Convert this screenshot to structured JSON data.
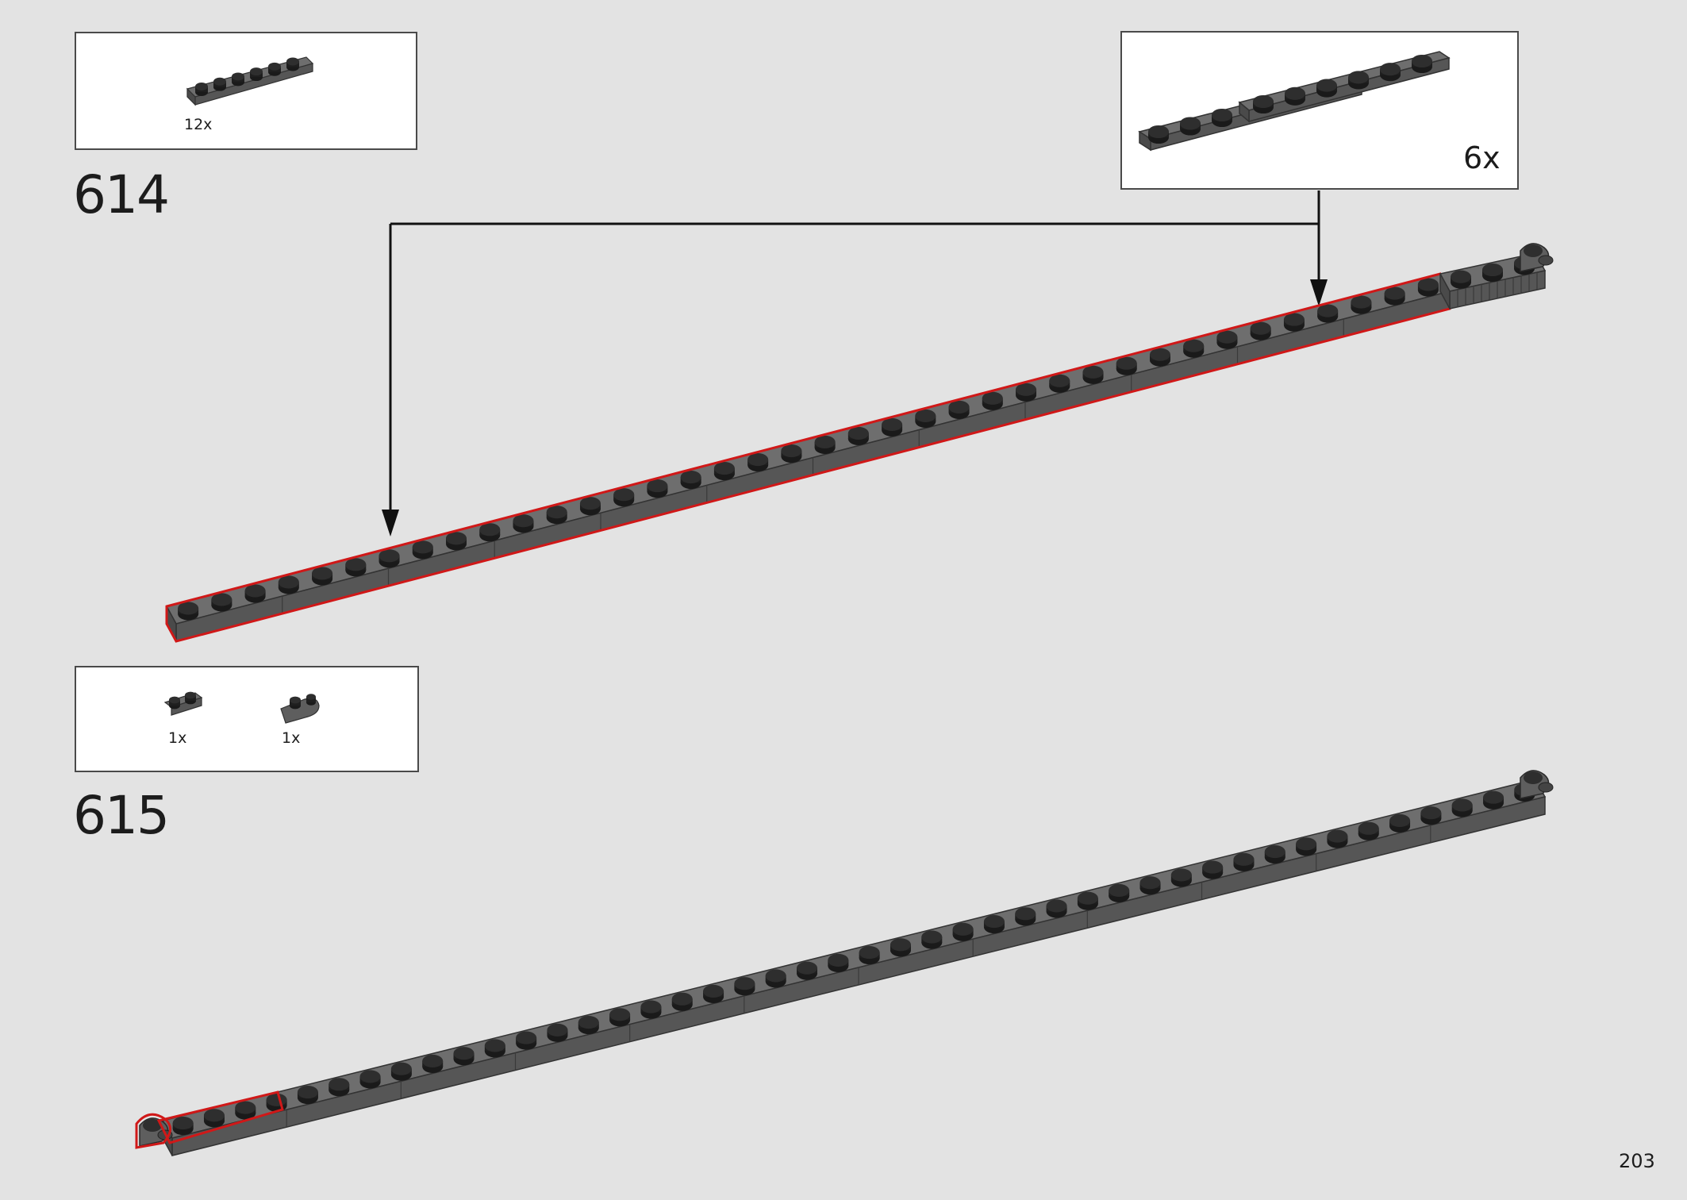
{
  "page_number": "203",
  "step_614": {
    "number": "614",
    "parts": [
      {
        "quantity": "12x",
        "part_icon": "plate-1x6-dark-gray-icon"
      }
    ],
    "subassembly": {
      "quantity": "6x"
    }
  },
  "step_615": {
    "number": "615",
    "parts": [
      {
        "quantity": "1x",
        "part_icon": "plate-1x2-dark-gray-icon"
      },
      {
        "quantity": "1x",
        "part_icon": "hinge-plate-1x2-dark-gray-icon"
      }
    ]
  },
  "colors": {
    "background": "#e3e3e3",
    "brick_top": "#6e6e6e",
    "brick_front": "#565656",
    "stud": "#2e2e2e",
    "highlight_outline": "#d01818",
    "box_border": "#4a4a4a"
  }
}
